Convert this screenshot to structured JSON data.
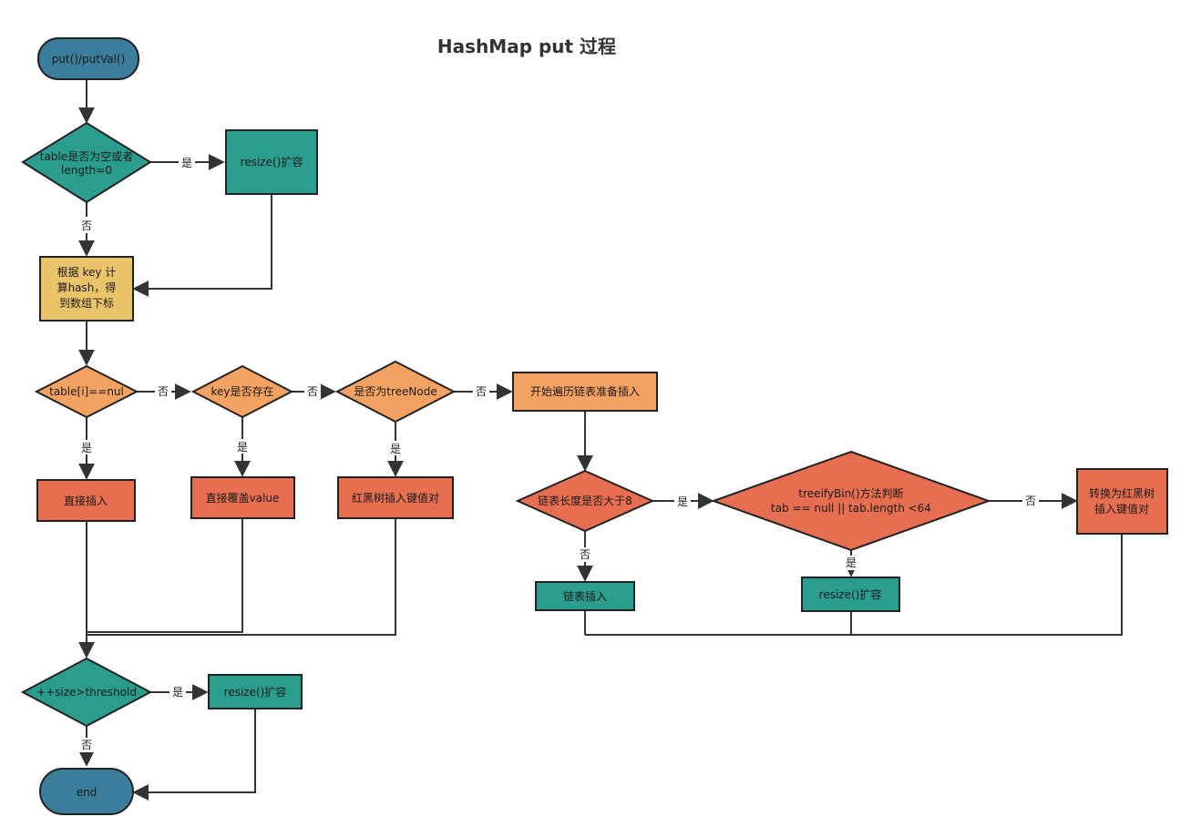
{
  "title": "HashMap put 过程",
  "colors": {
    "teal": "#2a9d8f",
    "blue": "#3c7d9c",
    "yellow": "#e9c46a",
    "orange": "#f4a261",
    "red": "#e76f51",
    "stroke": "#222222",
    "edge": "#333333"
  },
  "nodes": {
    "start": "put()/putVal()",
    "check_table": [
      "table是否为空或者",
      "length=0"
    ],
    "resize_1": "resize()扩容",
    "compute_index": [
      "根据 key 计",
      "算hash，得",
      "到数组下标"
    ],
    "check_slot": "table[i]==nul",
    "check_key": "key是否存在",
    "check_tree": "是否为treeNode",
    "traverse": "开始遍历链表准备插入",
    "insert_direct": "直接插入",
    "overwrite": "直接覆盖value",
    "tree_insert": "红黑树插入键值对",
    "check_len": "链表长度是否大于8",
    "treeify_check": [
      "treeifyBin()方法判断",
      "tab == null || tab.length <64"
    ],
    "convert_tree": [
      "转换为红黑树",
      "插入键值对"
    ],
    "list_insert": "链表插入",
    "resize_2": "resize()扩容",
    "check_threshold": "++size>threshold",
    "resize_3": "resize()扩容",
    "end": "end"
  },
  "edge_labels": {
    "yes": "是",
    "no": "否"
  }
}
